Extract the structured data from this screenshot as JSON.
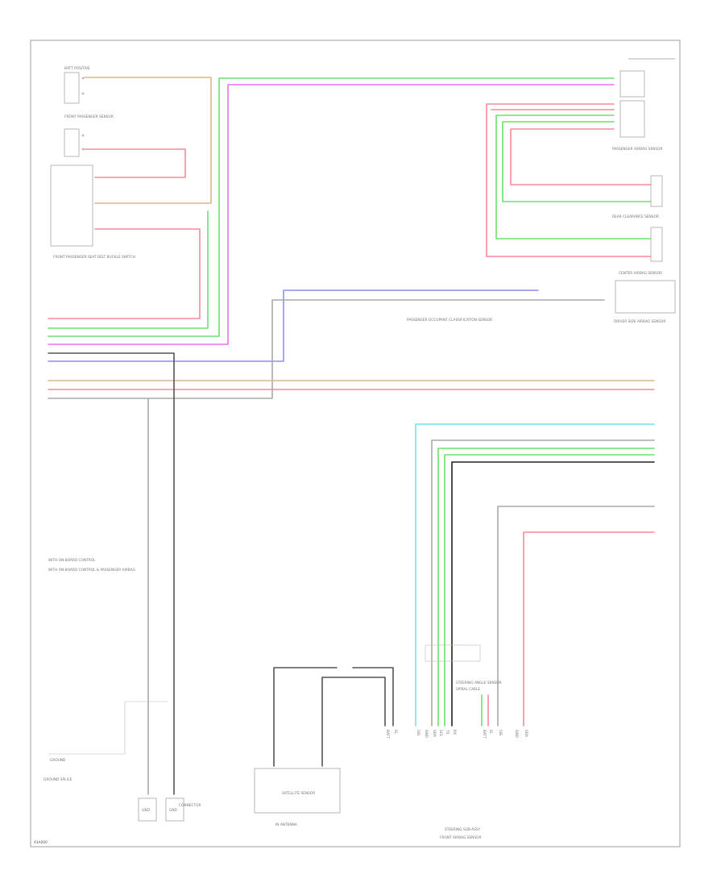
{
  "colors": {
    "tan": "#d9b98a",
    "green": "#6de06d",
    "pink": "#f06ef0",
    "red": "#f58a9a",
    "blue": "#8f8ff0",
    "gray": "#a9a9a9",
    "black": "#555555",
    "cyan": "#6fe4ec",
    "dark": "#222222"
  },
  "labels": {
    "top_left_top": "BATT POSITIVE",
    "top_left_mid": "FRONT PASSENGER SENSOR",
    "box_left": "FRONT PASSENGER SEAT BELT BUCKLE SWITCH",
    "top_right": "PASSENGER AIRBAG SENSOR",
    "right_mid": "REAR CLEARANCE SENSOR",
    "right_connector": "CENTER AIRBAG SENSOR",
    "mid_center": "PASSENGER OCCUPANT CLASSIFICATION SENSOR",
    "mid_right": "DRIVER SIDE AIRBAG SENSOR",
    "notes_1": "WITH ON-BOARD CONTROL",
    "notes_2": "WITH ON-BOARD CONTROL & PASSENGER AIRBAG",
    "bottom_left": "GROUND",
    "bottom_left_sub": "GROUND SPLICE",
    "bottom_center_box": "SATELLITE SENSOR",
    "bottom_center_sub": "IN ANTENNA",
    "bottom_right": "STEERING ANGLE SENSOR",
    "bottom_right_sub": "SPIRAL CABLE",
    "bottom_caption_1": "STEERING SUB-ASSY",
    "bottom_caption_2": "FRONT AIRBAG SENSOR",
    "bottom_tag": "A1A000",
    "right_note": "CONNECTOR",
    "ground_labels": [
      "GND",
      "GND"
    ],
    "pin_texts": [
      "BATT",
      "IG",
      "SIG",
      "GND",
      "SDA",
      "SCL",
      "TX",
      "RX"
    ]
  }
}
